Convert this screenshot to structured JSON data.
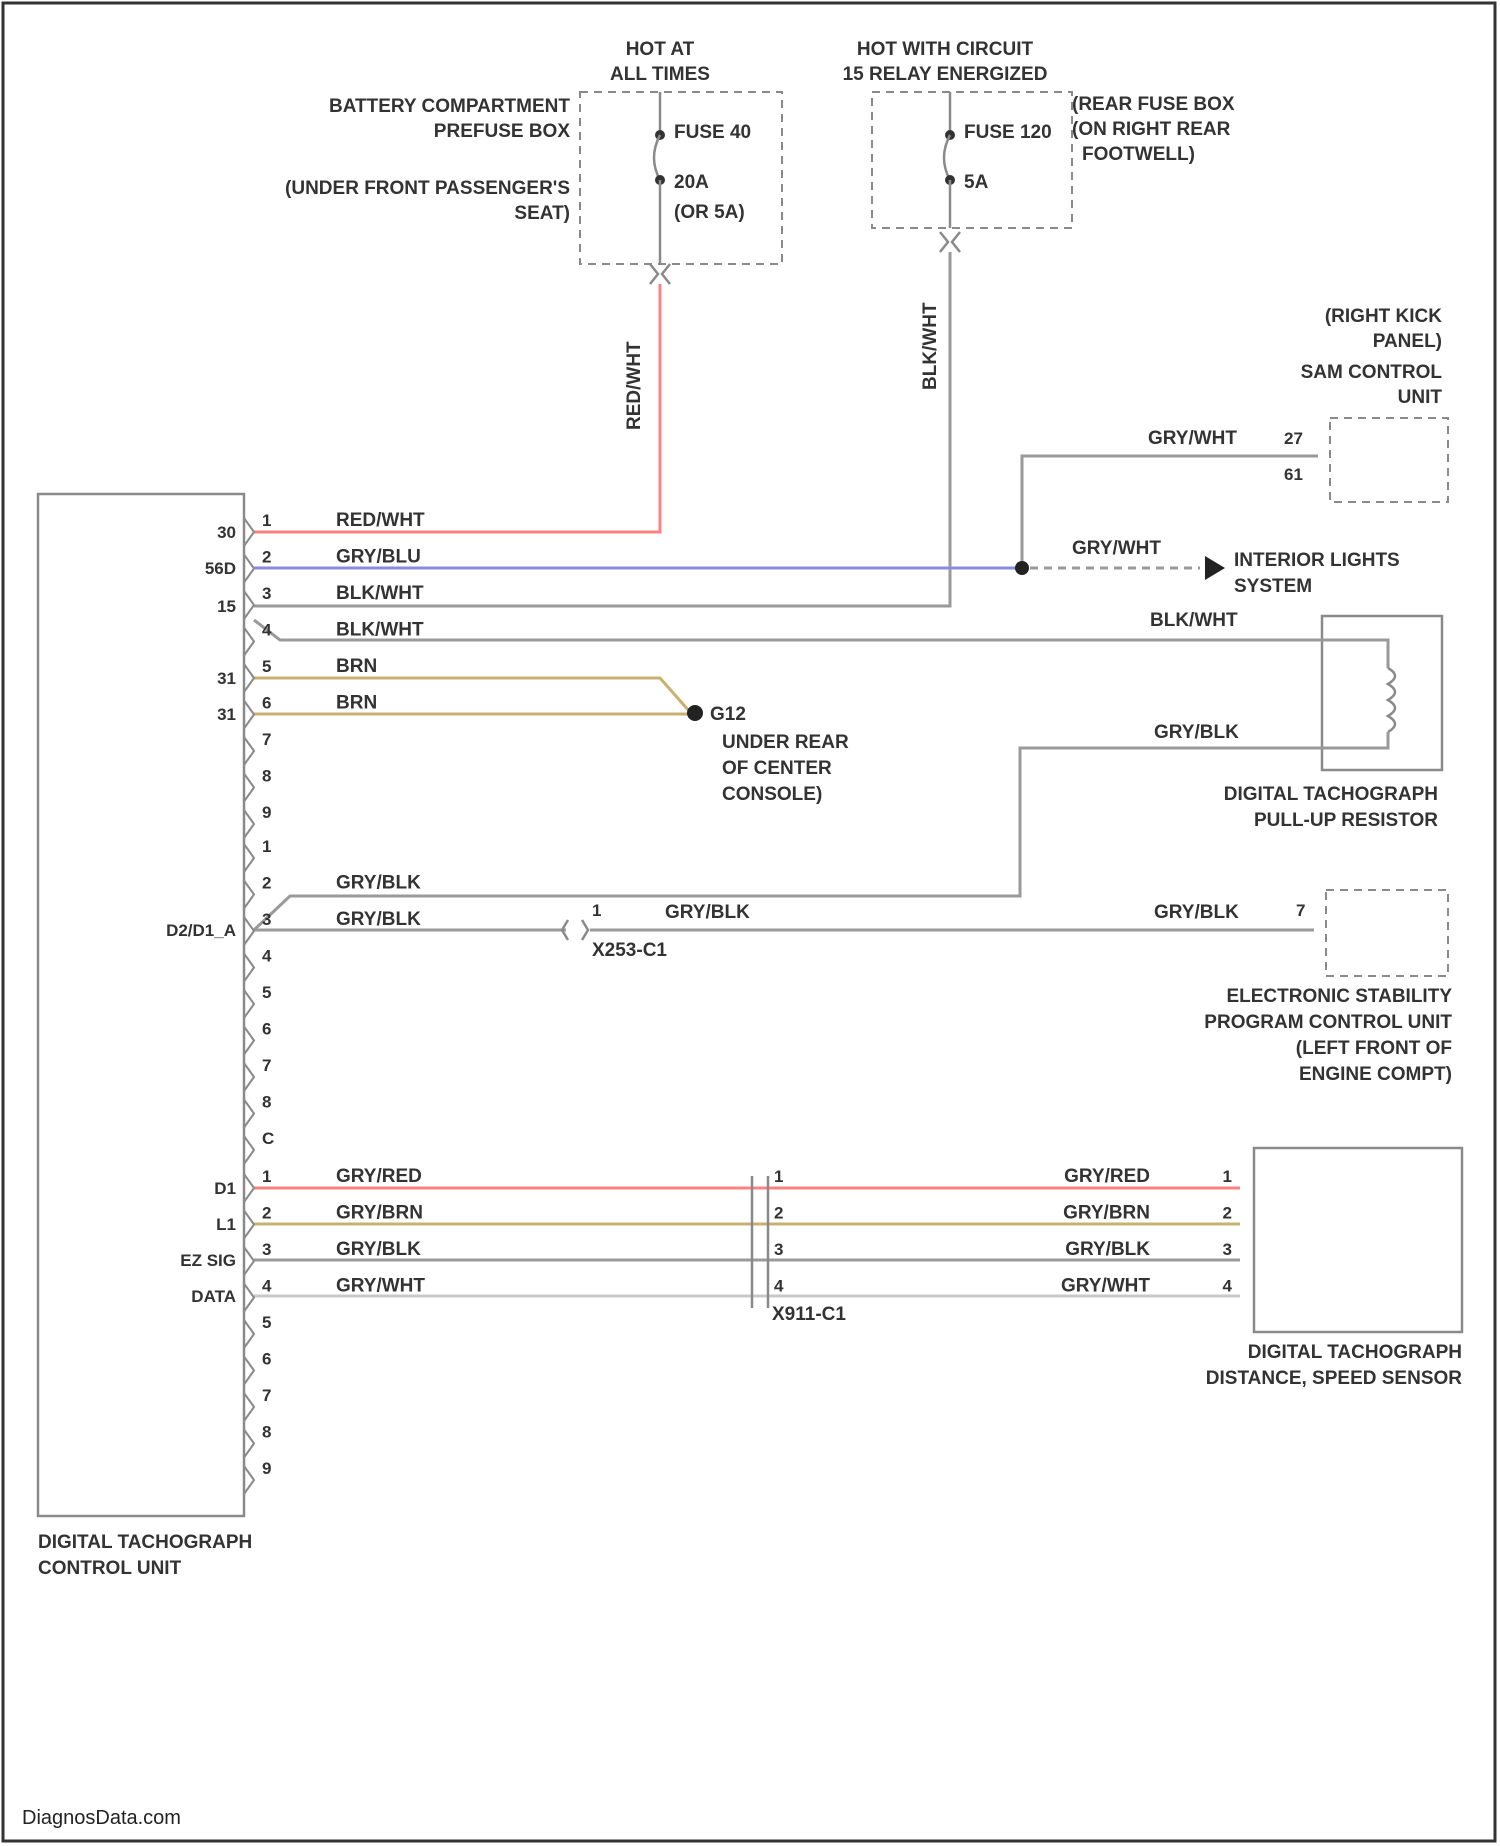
{
  "hot_left": [
    "HOT AT",
    "ALL TIMES"
  ],
  "hot_right": [
    "HOT WITH CIRCUIT",
    "15 RELAY ENERGIZED"
  ],
  "prefuse_box": [
    "BATTERY COMPARTMENT",
    "PREFUSE BOX"
  ],
  "passenger_seat": [
    "(UNDER FRONT PASSENGER'S",
    "SEAT)"
  ],
  "fuse_left": {
    "name": "FUSE 40",
    "rating": "20A",
    "alt": "(OR 5A)"
  },
  "rear_fuse_box": [
    "(REAR FUSE BOX",
    "(ON RIGHT REAR",
    "FOOTWELL)"
  ],
  "fuse_right": {
    "name": "FUSE 120",
    "rating": "5A"
  },
  "wire_vert_left": "RED/WHT",
  "wire_vert_right": "BLK/WHT",
  "sam_unit": [
    "(RIGHT KICK",
    "PANEL)",
    "SAM CONTROL",
    "UNIT"
  ],
  "sam_wire": "GRY/WHT",
  "sam_pins": [
    "27",
    "61"
  ],
  "interior_lights": [
    "INTERIOR LIGHTS",
    "SYSTEM"
  ],
  "interior_wire": "GRY/WHT",
  "pullup_wires": {
    "top": "BLK/WHT",
    "bottom": "GRY/BLK"
  },
  "pullup_resistor": [
    "DIGITAL TACHOGRAPH",
    "PULL-UP RESISTOR"
  ],
  "ground": {
    "id": "G12",
    "loc": [
      "UNDER REAR",
      "OF CENTER",
      "CONSOLE)"
    ]
  },
  "esp_unit": [
    "ELECTRONIC STABILITY",
    "PROGRAM CONTROL UNIT",
    "(LEFT FRONT OF",
    "ENGINE COMPT)"
  ],
  "esp_wire": {
    "label": "GRY/BLK",
    "pin": "7",
    "right_label": "GRY/BLK",
    "conn_pin": "1",
    "connector": "X253-C1"
  },
  "speed_sensor": [
    "DIGITAL TACHOGRAPH",
    "DISTANCE, SPEED SENSOR"
  ],
  "speed_connector": "X911-C1",
  "tcu_label": [
    "DIGITAL TACHOGRAPH",
    "CONTROL UNIT"
  ],
  "tcu_pin_labels": {
    "30": "30",
    "56d": "56D",
    "15": "15",
    "31a": "31",
    "31b": "31",
    "d2": "D2/D1_A",
    "h1": "D1",
    "l1": "L1",
    "ez": "EZ SIG",
    "data": "DATA"
  },
  "conn_a": [
    {
      "pin": "1",
      "wire": "RED/WHT"
    },
    {
      "pin": "2",
      "wire": "GRY/BLU"
    },
    {
      "pin": "3",
      "wire": "BLK/WHT"
    },
    {
      "pin": "4",
      "wire": "BLK/WHT"
    },
    {
      "pin": "5",
      "wire": "BRN"
    },
    {
      "pin": "6",
      "wire": "BRN"
    },
    {
      "pin": "7",
      "wire": ""
    },
    {
      "pin": "8",
      "wire": ""
    },
    {
      "pin": "9",
      "wire": ""
    }
  ],
  "conn_b": [
    {
      "pin": "1",
      "wire": ""
    },
    {
      "pin": "2",
      "wire": "GRY/BLK"
    },
    {
      "pin": "3",
      "wire": "GRY/BLK"
    },
    {
      "pin": "4",
      "wire": ""
    },
    {
      "pin": "5",
      "wire": ""
    },
    {
      "pin": "6",
      "wire": ""
    },
    {
      "pin": "7",
      "wire": ""
    },
    {
      "pin": "8",
      "wire": ""
    },
    {
      "pin": "C",
      "wire": ""
    }
  ],
  "conn_c": [
    {
      "pin": "1",
      "wire": "GRY/RED",
      "right": "GRY/RED"
    },
    {
      "pin": "2",
      "wire": "GRY/BRN",
      "right": "GRY/BRN"
    },
    {
      "pin": "3",
      "wire": "GRY/BLK",
      "right": "GRY/BLK"
    },
    {
      "pin": "4",
      "wire": "GRY/WHT",
      "right": "GRY/WHT"
    },
    {
      "pin": "5",
      "wire": ""
    },
    {
      "pin": "6",
      "wire": ""
    },
    {
      "pin": "7",
      "wire": ""
    },
    {
      "pin": "8",
      "wire": ""
    },
    {
      "pin": "9",
      "wire": ""
    }
  ],
  "colors": {
    "red": "#ff8080",
    "blue": "#8a8ae0",
    "yellow": "#c8b070",
    "gray": "#9a9a9a"
  },
  "watermark": "DiagnosData.com"
}
